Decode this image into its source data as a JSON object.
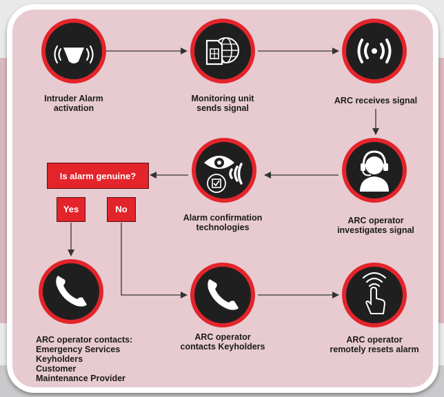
{
  "nodes": {
    "intruder": {
      "label_lines": [
        "Intruder Alarm",
        "activation"
      ],
      "icon": "siren-icon"
    },
    "monitoring": {
      "label_lines": [
        "Monitoring unit",
        "sends signal"
      ],
      "icon": "sim-globe-icon"
    },
    "arc_receives": {
      "label_lines": [
        "ARC receives signal"
      ],
      "icon": "signal-waves-icon"
    },
    "arc_investigates": {
      "label_lines": [
        "ARC operator",
        "investigates signal"
      ],
      "icon": "headset-operator-icon"
    },
    "confirmation": {
      "label_lines": [
        "Alarm confirmation",
        "technologies"
      ],
      "icon": "eye-check-icon"
    },
    "contacts_all": {
      "label_lines": [
        "ARC operator contacts:",
        "Emergency Services",
        "Keyholders",
        "Customer",
        "Maintenance Provider"
      ],
      "icon": "phone-icon"
    },
    "contacts_keyholders": {
      "label_lines": [
        "ARC operator",
        "contacts Keyholders"
      ],
      "icon": "phone-icon"
    },
    "resets": {
      "label_lines": [
        "ARC operator",
        "remotely resets alarm"
      ],
      "icon": "touch-reset-icon"
    }
  },
  "decision": {
    "question": "Is alarm genuine?",
    "yes": "Yes",
    "no": "No"
  },
  "colors": {
    "accent": "#e3242b",
    "circle": "#1f1f1f",
    "card": "#e7cbd0",
    "text": "#1a1a1a"
  }
}
